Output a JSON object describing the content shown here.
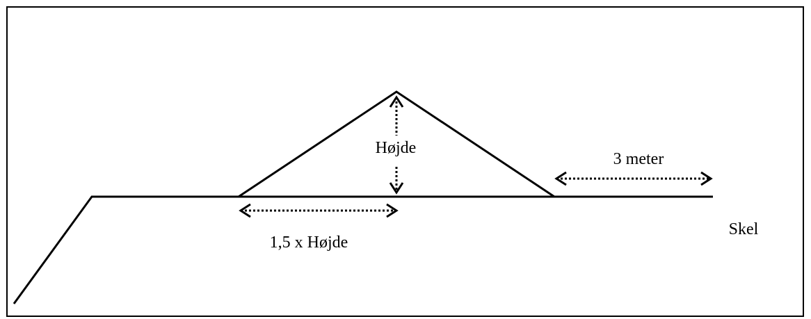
{
  "labels": {
    "height": "Højde",
    "base_width": "1,5 x Højde",
    "setback": "3 meter",
    "boundary": "Skel"
  }
}
